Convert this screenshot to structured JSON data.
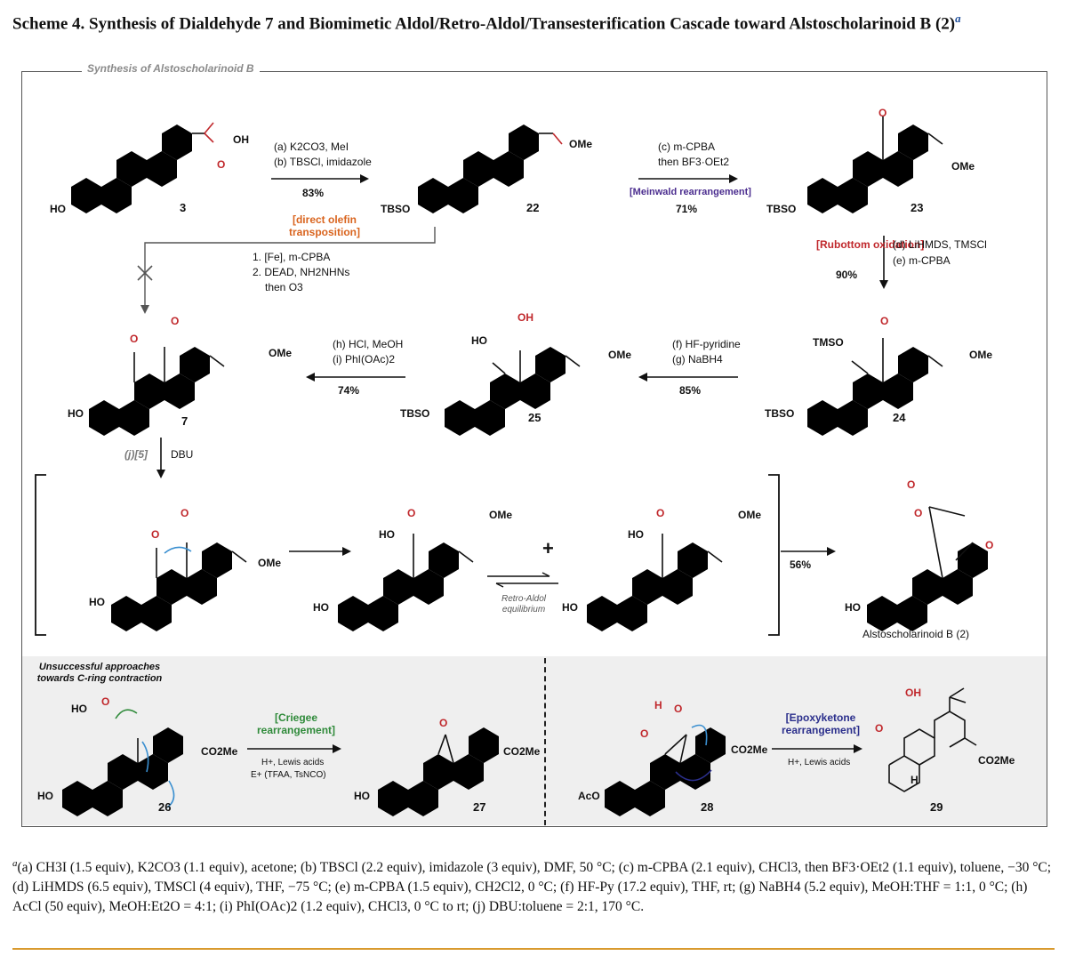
{
  "scheme_title": "Scheme 4. Synthesis of Dialdehyde 7 and Biomimetic Aldol/Retro-Aldol/Transesterification Cascade toward Alstoscholarinoid B (2)",
  "scheme_title_sup": "a",
  "frame_label": "Synthesis of Alstoscholarinoid B",
  "compounds": {
    "c3": "3",
    "c22": "22",
    "c23": "23",
    "c24": "24",
    "c25": "25",
    "c7": "7",
    "c26": "26",
    "c27": "27",
    "c28": "28",
    "c29": "29",
    "c2_label": "Alstoscholarinoid B (2)"
  },
  "groups": {
    "oh": "OH",
    "ho": "HO",
    "ome": "OMe",
    "tbso": "TBSO",
    "tmso": "TMSO",
    "aco": "AcO",
    "co2me": "CO2Me",
    "h": "H",
    "o": "O"
  },
  "steps": {
    "s1_a": "(a) K2CO3, MeI",
    "s1_b": "(b) TBSCl, imidazole",
    "s1_yield": "83%",
    "s2_c": "(c) m-CPBA",
    "s2_then": "then BF3·OEt2",
    "s2_tag": "[Meinwald rearrangement]",
    "s2_yield": "71%",
    "s3_tag": "[Rubottom oxidation]",
    "s3_d": "(d) LiHMDS, TMSCl",
    "s3_e": "(e) m-CPBA",
    "s3_yield": "90%",
    "s4_f": "(f) HF-pyridine",
    "s4_g": "(g) NaBH4",
    "s4_yield": "85%",
    "s5_h": "(h) HCl, MeOH",
    "s5_i": "(i) PhI(OAc)2",
    "s5_yield": "74%",
    "direct_tag": "[direct olefin transposition]",
    "direct_1": "1. [Fe], m-CPBA",
    "direct_2": "2. DEAD, NH2NHNs",
    "direct_3": "then O3",
    "s6_j": "(j)[5]",
    "s6_dbu": "DBU",
    "retro": "Retro-Aldol equilibrium",
    "plus": "+",
    "s7_yield": "56%"
  },
  "bottom": {
    "unsuccessful": "Unsuccessful approaches towards C-ring contraction",
    "criegee_tag": "[Criegee rearrangement]",
    "criegee_cond1": "H+, Lewis acids",
    "criegee_cond2": "E+ (TFAA, TsNCO)",
    "epoxy_tag": "[Epoxyketone rearrangement]",
    "epoxy_cond": "H+, Lewis acids"
  },
  "footnote": "(a) CH3I (1.5 equiv), K2CO3 (1.1 equiv), acetone; (b) TBSCl (2.2 equiv), imidazole (3 equiv), DMF, 50 °C; (c) m-CPBA (2.1 equiv), CHCl3, then BF3·OEt2 (1.1 equiv), toluene, −30 °C; (d) LiHMDS (6.5 equiv), TMSCl (4 equiv), THF, −75 °C; (e) m-CPBA (1.5 equiv), CH2Cl2, 0 °C; (f) HF-Py (17.2 equiv), THF, rt; (g) NaBH4 (5.2 equiv), MeOH:THF = 1:1, 0 °C; (h) AcCl (50 equiv), MeOH:Et2O = 4:1; (i) PhI(OAc)2 (1.2 equiv), CHCl3, 0 °C to rt; (j) DBU:toluene = 2:1, 170 °C.",
  "footnote_sup": "a",
  "colors": {
    "orange": "#d9641e",
    "purple": "#4b2d8f",
    "red": "#c0282c",
    "green": "#2f8a3a",
    "navy": "#2b2f8c",
    "blue_arrow": "#3a8fd0",
    "footer_rule": "#d99a2e"
  }
}
